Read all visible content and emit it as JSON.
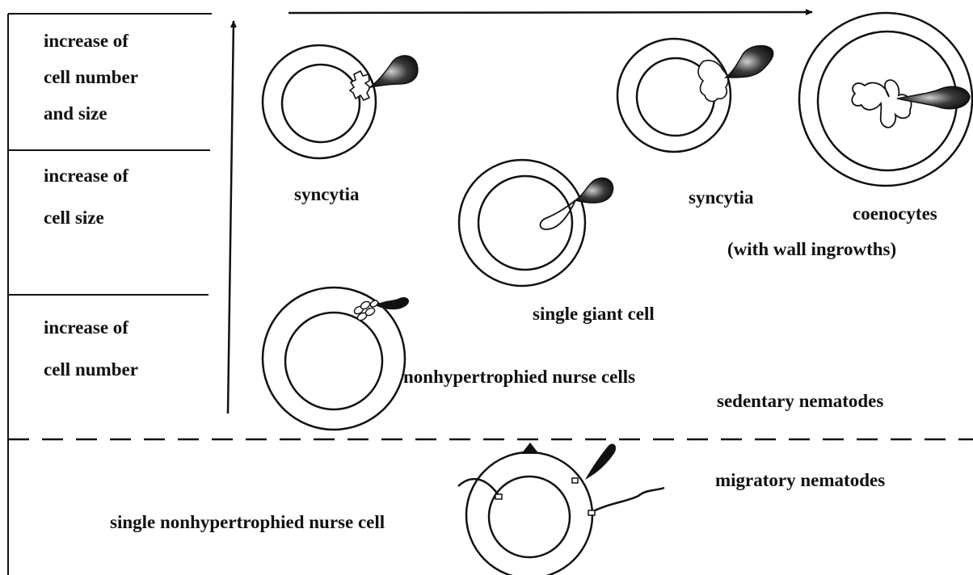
{
  "left_panel": {
    "rows": [
      {
        "lines": [
          "increase of",
          "cell number",
          "and  size"
        ]
      },
      {
        "lines": [
          "increase of",
          "cell size"
        ]
      },
      {
        "lines": [
          "increase of",
          "cell number"
        ]
      }
    ]
  },
  "labels": {
    "syncytia_left": "syncytia",
    "syncytia_right": "syncytia",
    "coenocytes": "coenocytes",
    "wall_ingrowths": "(with wall ingrowths)",
    "single_giant_cell": "single giant cell",
    "nonhypertrophied_nurse_cells": "nonhypertrophied nurse cells",
    "sedentary_nematodes": "sedentary nematodes",
    "migratory_nematodes": "migratory nematodes",
    "single_nonhypertrophied_nurse_cell": "single nonhypertrophied nurse cell"
  },
  "colors": {
    "ink": "#111111",
    "background": "#ffffff"
  }
}
